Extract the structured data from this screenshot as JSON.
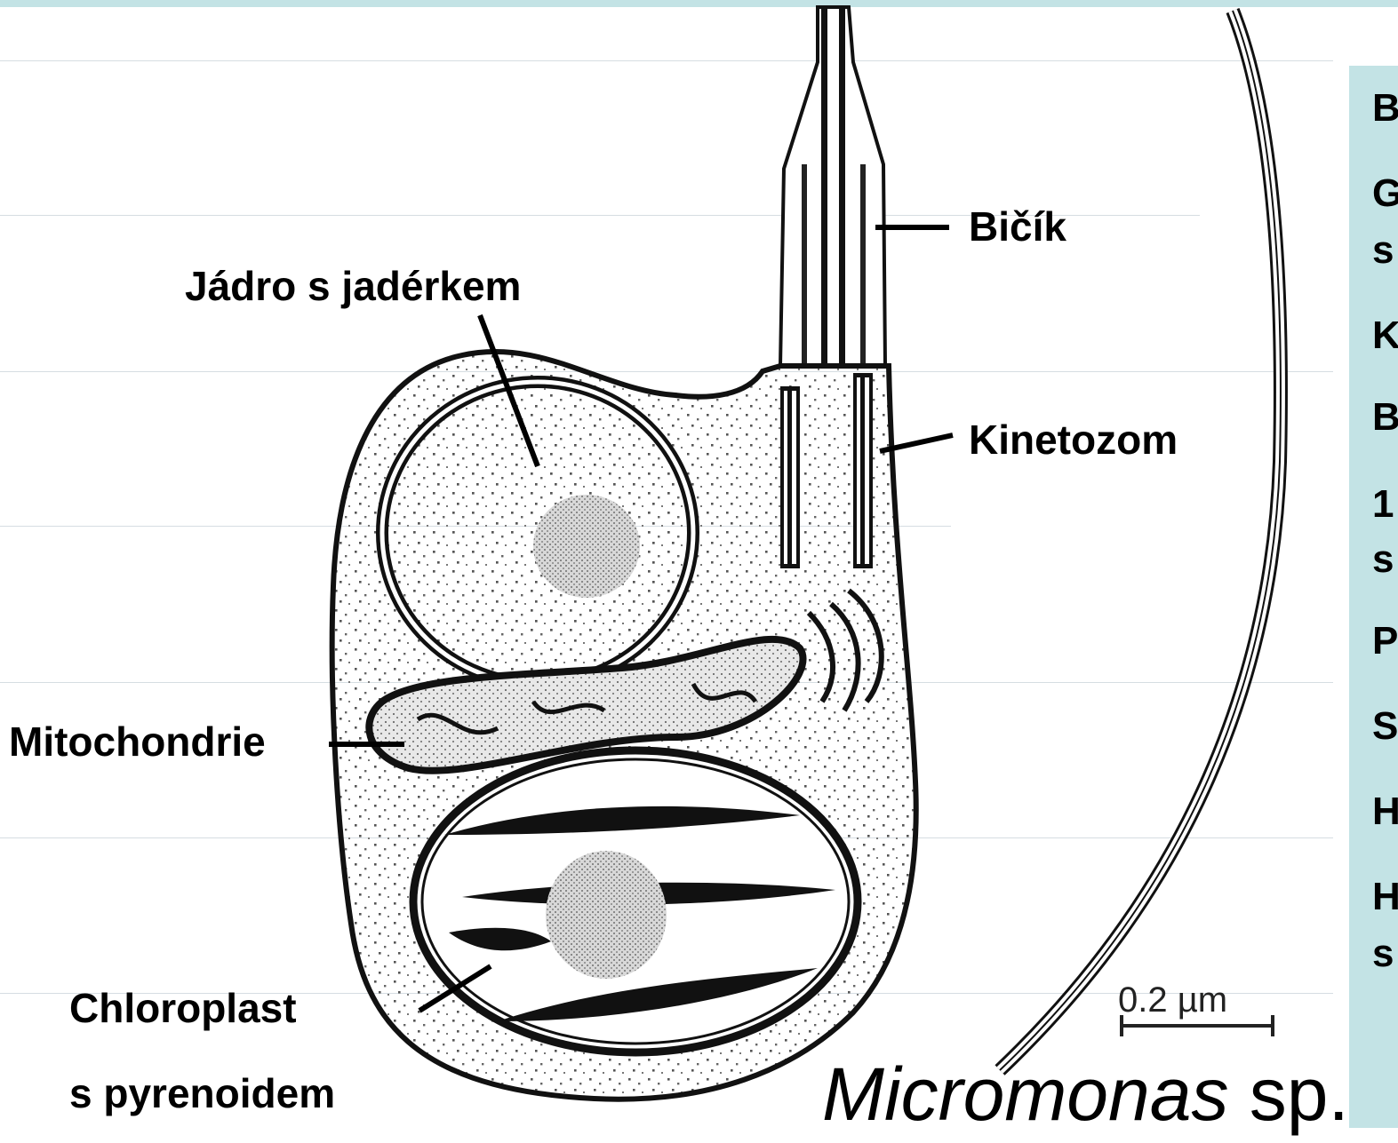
{
  "colors": {
    "accent": "#c3e3e5",
    "rule": "#d6dde2"
  },
  "labels": {
    "bicik": "Bičík",
    "jadro": "Jádro s jadérkem",
    "kinetozom": "Kinetozom",
    "mitochondrie": "Mitochondrie",
    "chloroplast_line1": "Chloroplast",
    "chloroplast_line2": "s pyrenoidem"
  },
  "scale_bar": {
    "label": "0.2 µm"
  },
  "title": {
    "genus": "Micromonas",
    "suffix": " sp."
  },
  "side_panel": {
    "items": [
      "B",
      "G",
      "s",
      "K",
      "B",
      "1",
      "s",
      "P",
      "S",
      "H",
      "H",
      "s"
    ]
  }
}
